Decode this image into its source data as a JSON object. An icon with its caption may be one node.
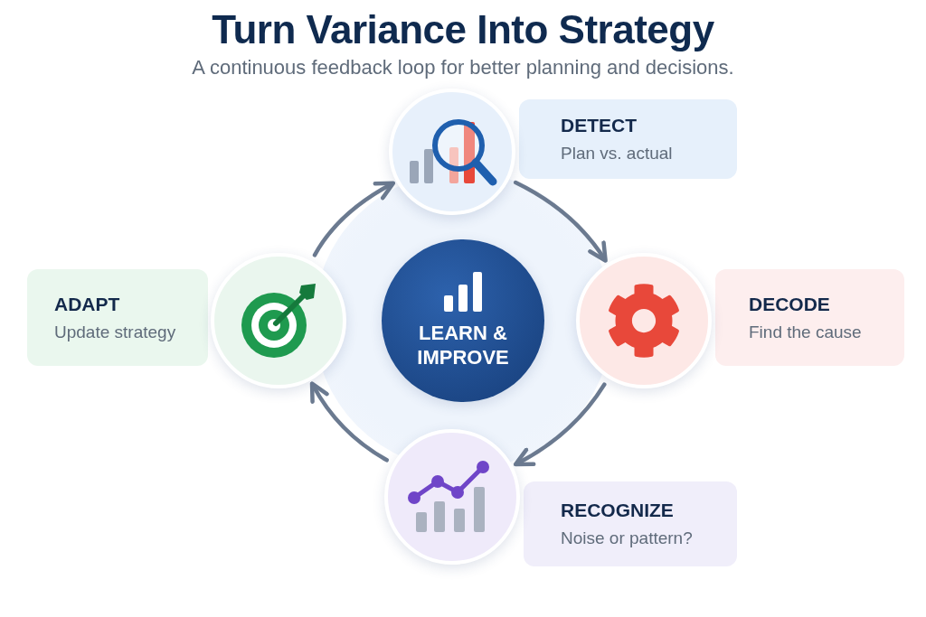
{
  "diagram": {
    "title": "Turn Variance Into Strategy",
    "caption": "A continuous feedback loop for better planning and decisions.",
    "nodes": [
      {
        "text": [],
        "shape": "circle"
      },
      {
        "text": [
          "DETECT",
          "Plan vs. actual"
        ]
      },
      {
        "text": [
          "ADAPT",
          "Update strategy"
        ]
      },
      {
        "text": [],
        "shape": "circle"
      },
      {
        "text": [
          "LEARN & IMPROVE"
        ]
      },
      {
        "text": [],
        "shape": "circle"
      },
      {
        "text": [
          "DECODE",
          "Find the cause"
        ]
      },
      {
        "text": [],
        "shape": "circle"
      },
      {
        "text": [
          "RECOGNIZE",
          "Noise or pattern?"
        ]
      }
    ],
    "edges": [
      {
        "from": 3,
        "to": 0,
        "arrow": "to"
      },
      {
        "from": 0,
        "to": 5,
        "arrow": "to"
      },
      {
        "from": 5,
        "to": 7,
        "arrow": "to"
      },
      {
        "from": 7,
        "to": 3,
        "arrow": "to"
      }
    ]
  }
}
